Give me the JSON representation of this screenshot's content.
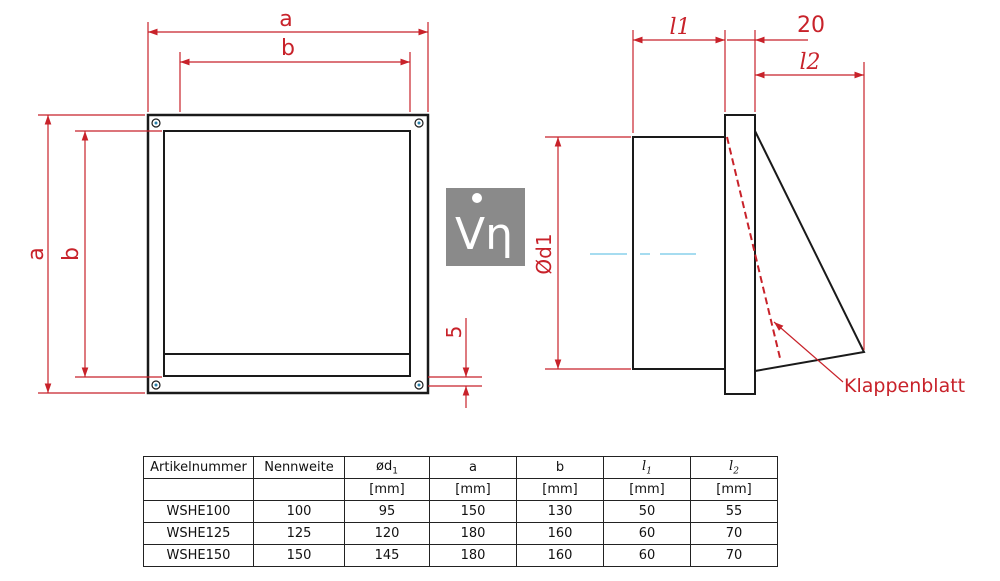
{
  "front_view": {
    "dim_a_top": "a",
    "dim_b_top": "b",
    "dim_a_side": "a",
    "dim_b_side": "b",
    "dim_5": "5"
  },
  "side_view": {
    "dim_l1": "l1",
    "dim_20": "20",
    "dim_l2": "l2",
    "dim_diameter": "Ød1",
    "flap_label": "Klappenblatt"
  },
  "logo": {
    "text": "Vη"
  },
  "table": {
    "headers": [
      "Artikelnummer",
      "Nennweite",
      "ød",
      "a",
      "b",
      "l",
      "l"
    ],
    "header_subs": [
      "",
      "",
      "1",
      "",
      "",
      "1",
      "2"
    ],
    "units": [
      "",
      "",
      "[mm]",
      "[mm]",
      "[mm]",
      "[mm]",
      "[mm]"
    ],
    "rows": [
      [
        "WSHE100",
        "100",
        "95",
        "150",
        "130",
        "50",
        "55"
      ],
      [
        "WSHE125",
        "125",
        "120",
        "180",
        "160",
        "60",
        "70"
      ],
      [
        "WSHE150",
        "150",
        "145",
        "180",
        "160",
        "60",
        "70"
      ]
    ]
  },
  "colors": {
    "dimension": "#c8222a",
    "outline": "#1a1a1a",
    "centerline": "#4db8e0",
    "logo_bg": "#8a8a8a"
  }
}
